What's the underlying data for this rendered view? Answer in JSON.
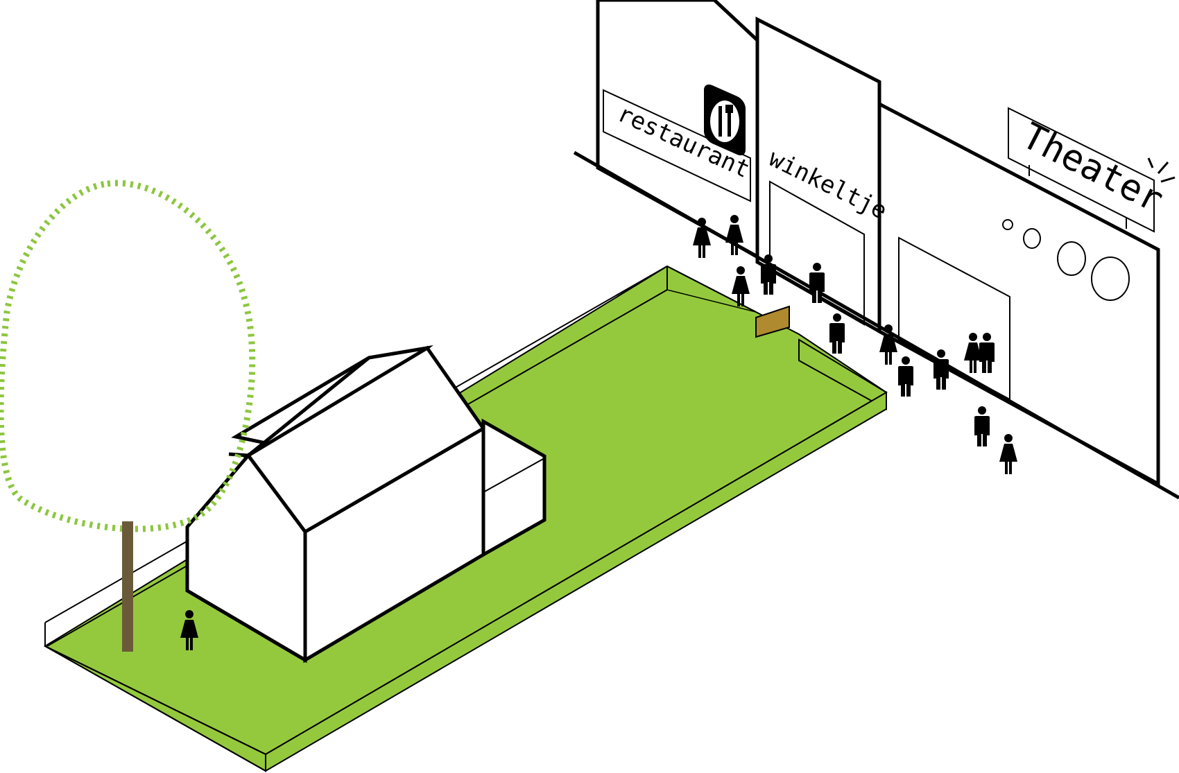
{
  "signs": {
    "restaurant": "restaurant",
    "winkeltje": "winkeltje",
    "theater": "Theater"
  },
  "colors": {
    "lawn": "#94c93d",
    "tree_crown": "#8cc63f",
    "tree_trunk": "#6b5a3a",
    "gate": "#b08a2e",
    "stroke": "#000000"
  },
  "icons": [
    "tree-crown-icon",
    "tree-trunk-icon",
    "house-icon",
    "gate-icon",
    "cutlery-icon",
    "sparkle-icon",
    "person-icon"
  ]
}
